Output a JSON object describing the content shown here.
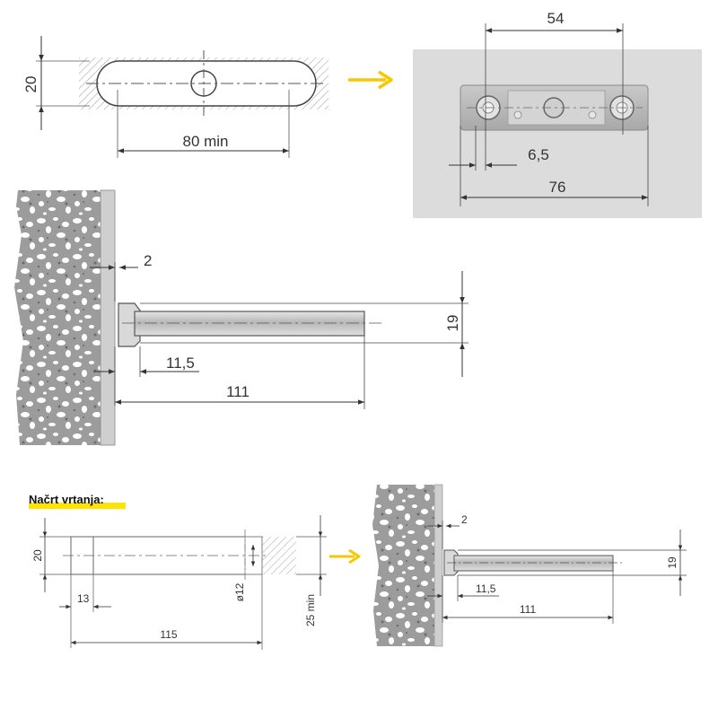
{
  "colors": {
    "arrow": "#f5c800",
    "wall": "#b9b9b9",
    "line": "#444444",
    "hatch": "#9a9a9a",
    "photo_bg": "#dcdcdc",
    "highlight": "#ffe400"
  },
  "top_left": {
    "height_label": "20",
    "length_label": "80 min"
  },
  "top_right": {
    "span_label": "54",
    "offset_label": "6,5",
    "total_label": "76"
  },
  "middle": {
    "gap_label": "2",
    "height_label": "19",
    "short_label": "11,5",
    "length_label": "111"
  },
  "drilling_plan": {
    "title": "Načrt vrtanja:",
    "height_label": "20",
    "counterbore_label": "13",
    "diameter_label": "ø12",
    "depth_label": "115",
    "min_label": "25 min"
  },
  "bottom_right": {
    "gap_label": "2",
    "height_label": "19",
    "short_label": "11,5",
    "length_label": "111"
  }
}
